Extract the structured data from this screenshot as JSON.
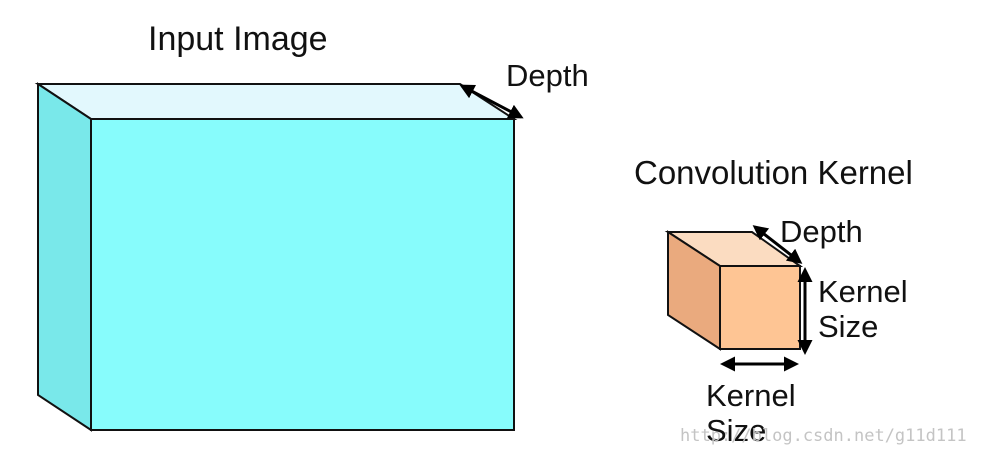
{
  "input_block": {
    "title": "Input Image",
    "depth_label": "Depth",
    "colors": {
      "front": "#87fcfc",
      "side": "#79e8ea",
      "top": "#e2f8fd"
    }
  },
  "kernel_block": {
    "title": "Convolution Kernel",
    "depth_label": "Depth",
    "size_label_right_line1": "Kernel",
    "size_label_right_line2": "Size",
    "size_label_bottom_line1": "Kernel",
    "size_label_bottom_line2": "Size",
    "colors": {
      "front": "#fec594",
      "side": "#eaaa7e",
      "top": "#fbdcc1"
    }
  },
  "watermark": "http://blog.csdn.net/g11d111"
}
